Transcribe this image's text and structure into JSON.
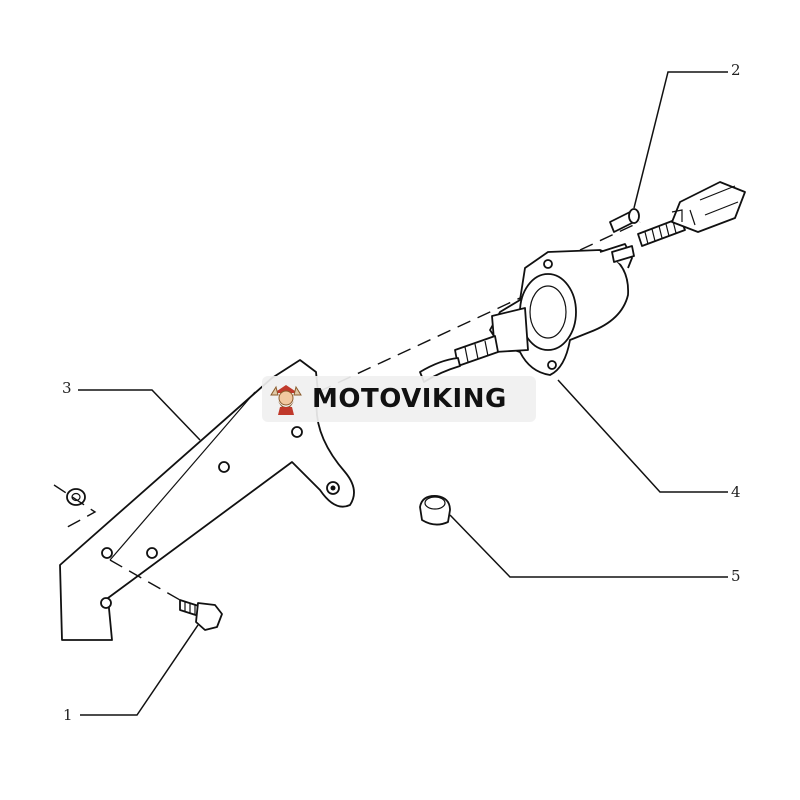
{
  "callouts": [
    {
      "id": "1",
      "label": "1"
    },
    {
      "id": "2",
      "label": "2"
    },
    {
      "id": "3",
      "label": "3"
    },
    {
      "id": "4",
      "label": "4"
    },
    {
      "id": "5",
      "label": "5"
    }
  ],
  "watermark": {
    "text": "MOTOVIKING",
    "logo_icon": "viking-logo-icon",
    "colors": {
      "logo_primary": "#c0392b",
      "logo_secondary": "#8a5a2b"
    }
  }
}
